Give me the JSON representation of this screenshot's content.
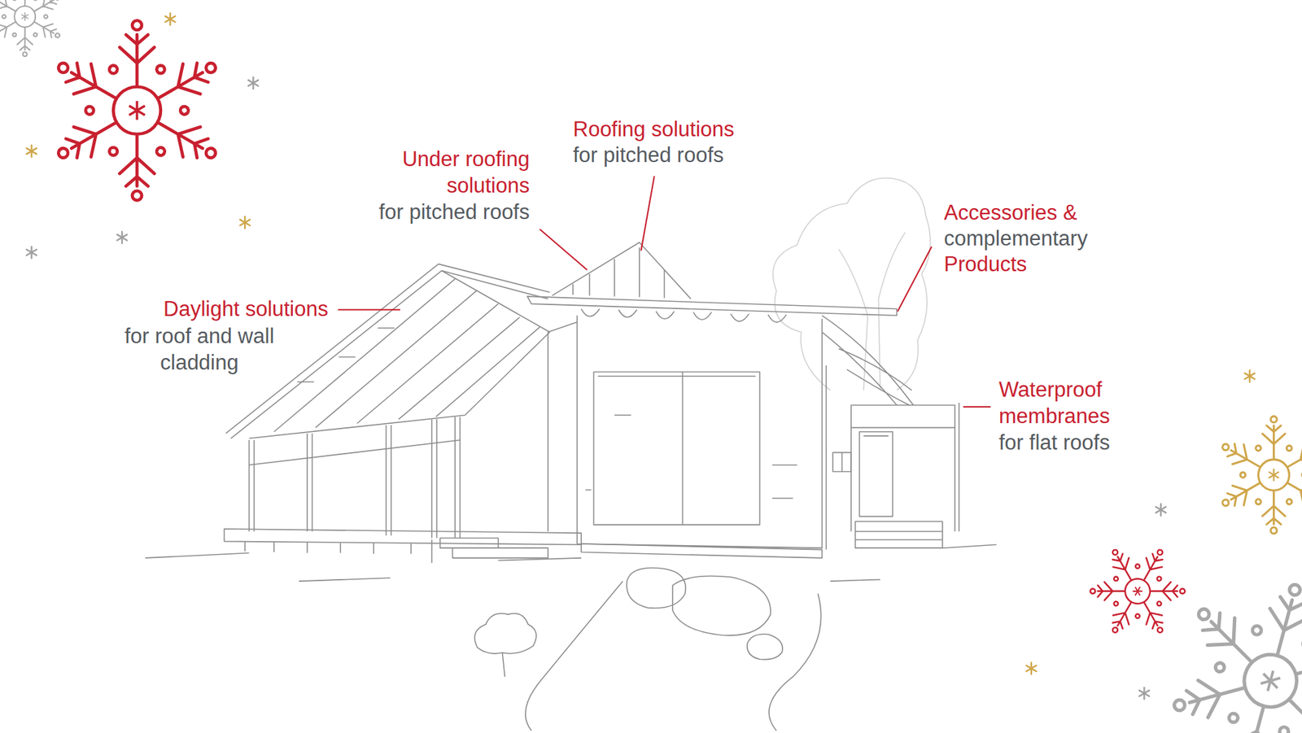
{
  "diagram": {
    "labels": [
      "Roofing solutions",
      "for pitched roofs",
      "Under roofing solutions",
      "for pitched roofs",
      "Accessories &",
      "complementary",
      "Products",
      "Daylight solutions",
      "for roof and wall cladding",
      "Waterproof membranes",
      "for flat roofs"
    ]
  }
}
